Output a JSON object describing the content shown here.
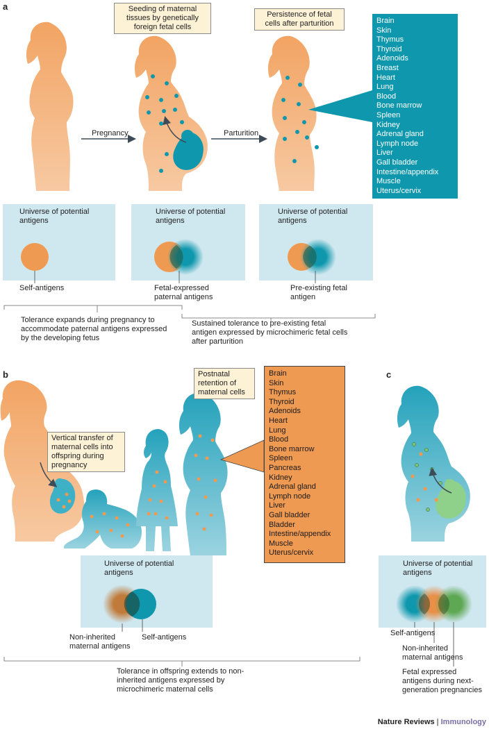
{
  "panels": {
    "a": "a",
    "b": "b",
    "c": "c"
  },
  "panel_a": {
    "note_seeding": "Seeding of maternal tissues by genetically foreign fetal cells",
    "note_persistence": "Persistence of fetal cells after parturition",
    "arrow_pregnancy": "Pregnancy",
    "arrow_parturition": "Parturition",
    "organs": [
      "Brain",
      "Skin",
      "Thymus",
      "Thyroid",
      "Adenoids",
      "Breast",
      "Heart",
      "Lung",
      "Blood",
      "Bone marrow",
      "Spleen",
      "Kidney",
      "Adrenal gland",
      "Lymph node",
      "Liver",
      "Gall bladder",
      "Intestine/appendix",
      "Muscle",
      "Uterus/cervix"
    ],
    "universe_title": "Universe of potential antigens",
    "label_self": "Self-antigens",
    "label_fetal_paternal": "Fetal-expressed paternal antigens",
    "label_preexisting": "Pre-existing fetal antigen",
    "caption_left": "Tolerance expands during pregnancy to accommodate paternal antigens expressed by the developing fetus",
    "caption_right": "Sustained tolerance to pre-existing fetal antigen expressed by microchimeric fetal cells after parturition"
  },
  "panel_b": {
    "note_vertical": "Vertical transfer of maternal cells into offspring during pregnancy",
    "note_postnatal": "Postnatal retention of maternal cells",
    "organs": [
      "Brain",
      "Skin",
      "Thymus",
      "Thyroid",
      "Adenoids",
      "Heart",
      "Lung",
      "Blood",
      "Bone marrow",
      "Spleen",
      "Pancreas",
      "Kidney",
      "Adrenal gland",
      "Lymph node",
      "Liver",
      "Gall bladder",
      "Bladder",
      "Intestine/appendix",
      "Muscle",
      "Uterus/cervix"
    ],
    "universe_title": "Universe of potential antigens",
    "label_nima": "Non-inherited maternal antigens",
    "label_self": "Self-antigens",
    "caption": "Tolerance in offspring extends to non-inherited antigens expressed by microchimeric maternal cells"
  },
  "panel_c": {
    "universe_title": "Universe of potential antigens",
    "label_self": "Self-antigens",
    "label_nima": "Non-inherited maternal antigens",
    "label_fetal_next": "Fetal expressed antigens during next-generation pregnancies"
  },
  "footer": {
    "journal": "Nature Reviews",
    "separator": " | ",
    "section": "Immunology"
  },
  "colors": {
    "orange_body": "#f2a96e",
    "teal_body": "#3fb1c6",
    "teal_dot": "#0e97ad",
    "orange_dot": "#ef9a52",
    "green_dot": "#7cc07a",
    "universe_bg": "#cfe7ef",
    "note_bg": "#fdf1d6"
  }
}
